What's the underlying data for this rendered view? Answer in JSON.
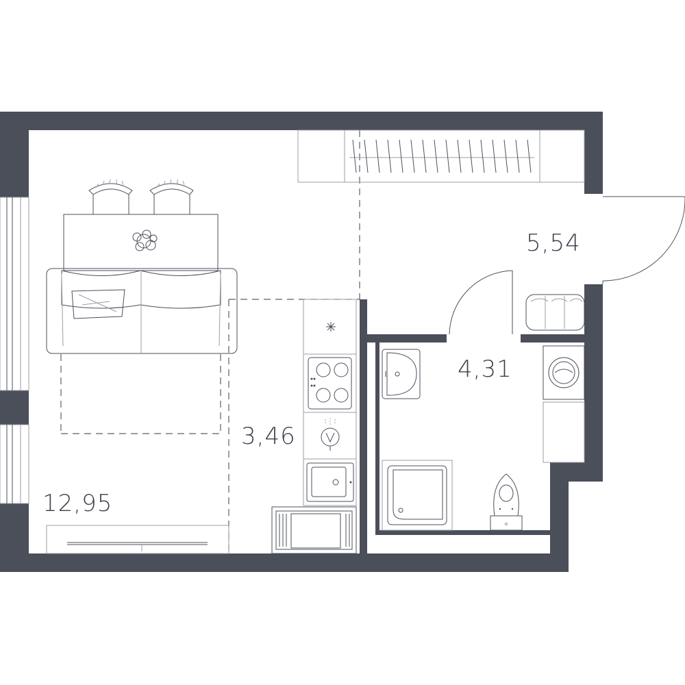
{
  "colors": {
    "wall": "#4a4f5a",
    "line": "#4a4f5a",
    "light": "#9a9ea6"
  },
  "rooms": [
    {
      "id": "living",
      "area": "12,95"
    },
    {
      "id": "kitchen",
      "area": "3,46"
    },
    {
      "id": "bathroom",
      "area": "4,31"
    },
    {
      "id": "hallway",
      "area": "5,54"
    }
  ],
  "icons": [
    "dining-table-icon",
    "chair-icon",
    "sofa-icon",
    "tv-icon",
    "fridge-icon",
    "cooktop-icon",
    "sink-icon",
    "microwave-icon",
    "washbasin-icon",
    "shower-icon",
    "toilet-icon",
    "washing-machine-icon",
    "wardrobe-icon",
    "pouf-icon",
    "door-icon"
  ]
}
